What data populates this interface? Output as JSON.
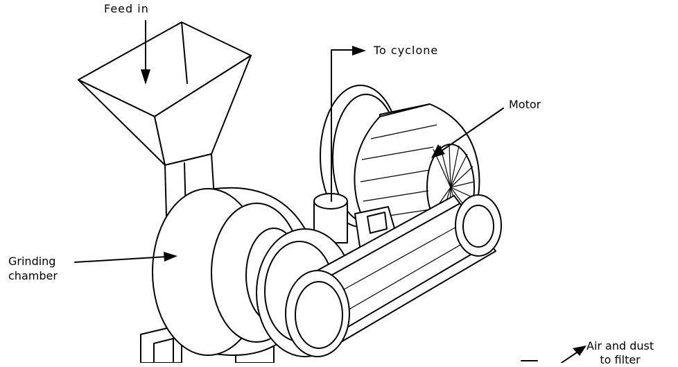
{
  "labels": {
    "feed_in": "Feed in",
    "to_cyclone": "To cyclone",
    "motor": "Motor",
    "grinding_chamber_line1": "Grinding",
    "grinding_chamber_line2": "chamber",
    "air_dust_line1": "Air and dust",
    "air_dust_line2": "to filter"
  },
  "colors": {
    "line": "#000000",
    "background": "#ffffff"
  }
}
